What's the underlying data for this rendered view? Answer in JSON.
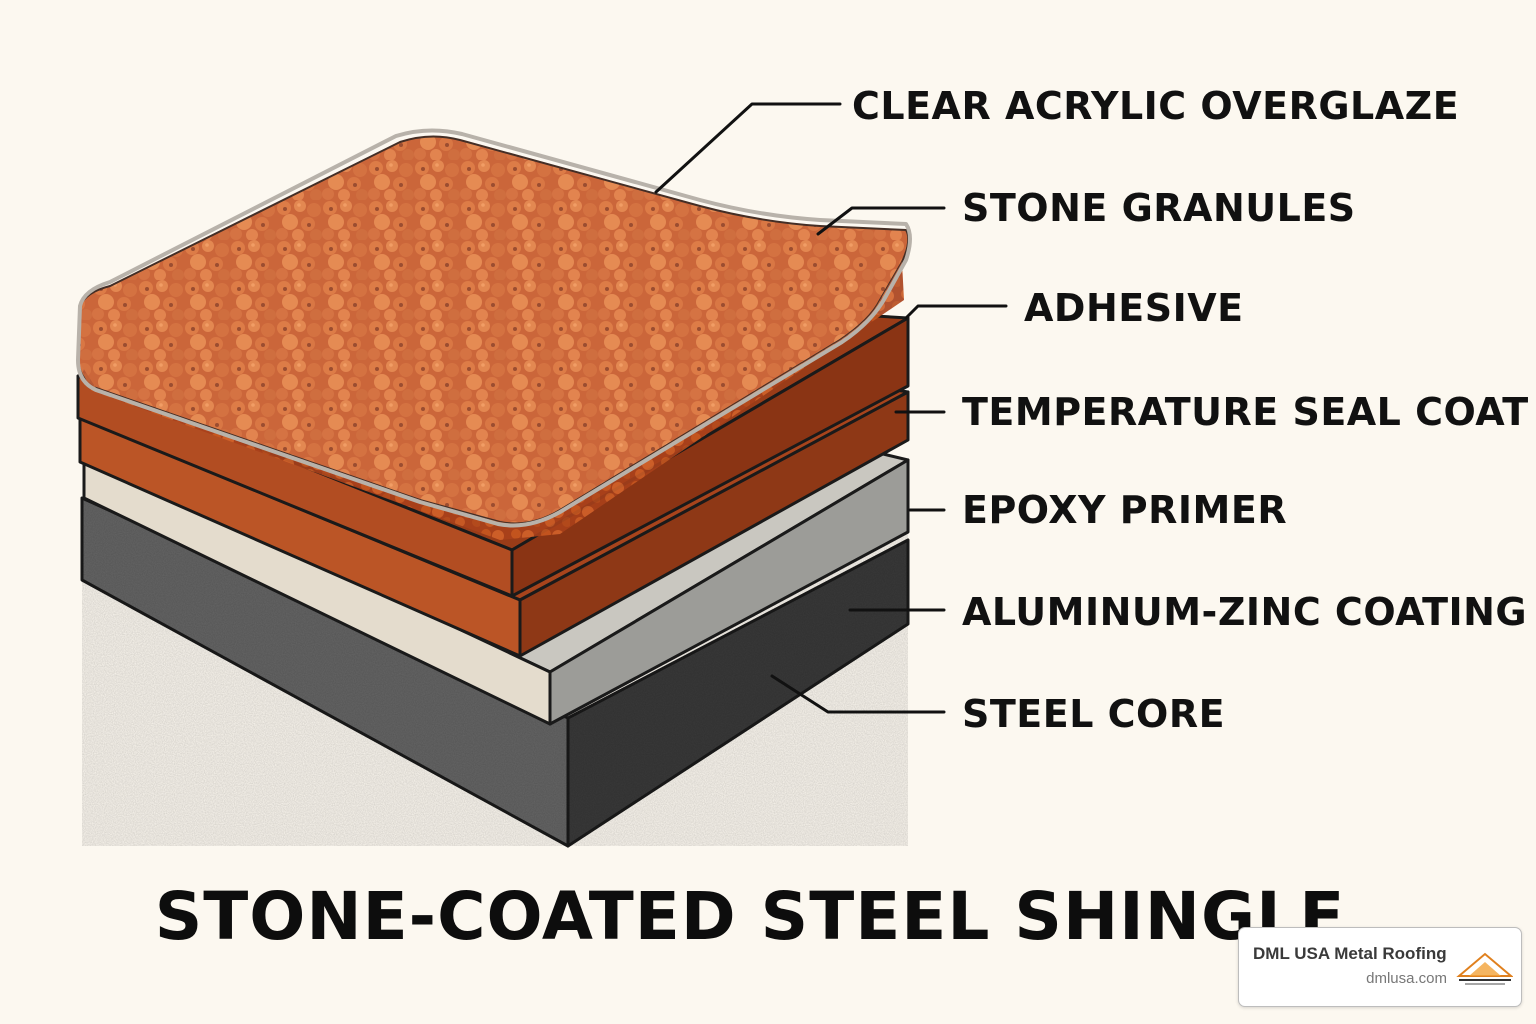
{
  "title": "STONE-COATED STEEL SHINGLE",
  "layers": [
    {
      "label": "CLEAR ACRYLIC OVERGLAZE"
    },
    {
      "label": "STONE GRANULES"
    },
    {
      "label": "ADHESIVE"
    },
    {
      "label": "TEMPERATURE SEAL COAT"
    },
    {
      "label": "EPOXY PRIMER"
    },
    {
      "label": "ALUMINUM-ZINC COATING"
    },
    {
      "label": "STEEL CORE"
    }
  ],
  "badge": {
    "name": "DML USA Metal Roofing",
    "url": "dmlusa.com",
    "logo_icon": "dml-roof-logo-icon"
  },
  "colors": {
    "background": "#fcf8f0",
    "granules": "#c4511f",
    "adhesive": "#a8441c",
    "seal_coat": "#a8441c",
    "epoxy_primer": "#bb5526",
    "aluminum_zinc_front": "#e4dccd",
    "aluminum_zinc_side": "#9c9c98",
    "steel_core_front": "#666666",
    "steel_core_side": "#3a3a3a"
  }
}
